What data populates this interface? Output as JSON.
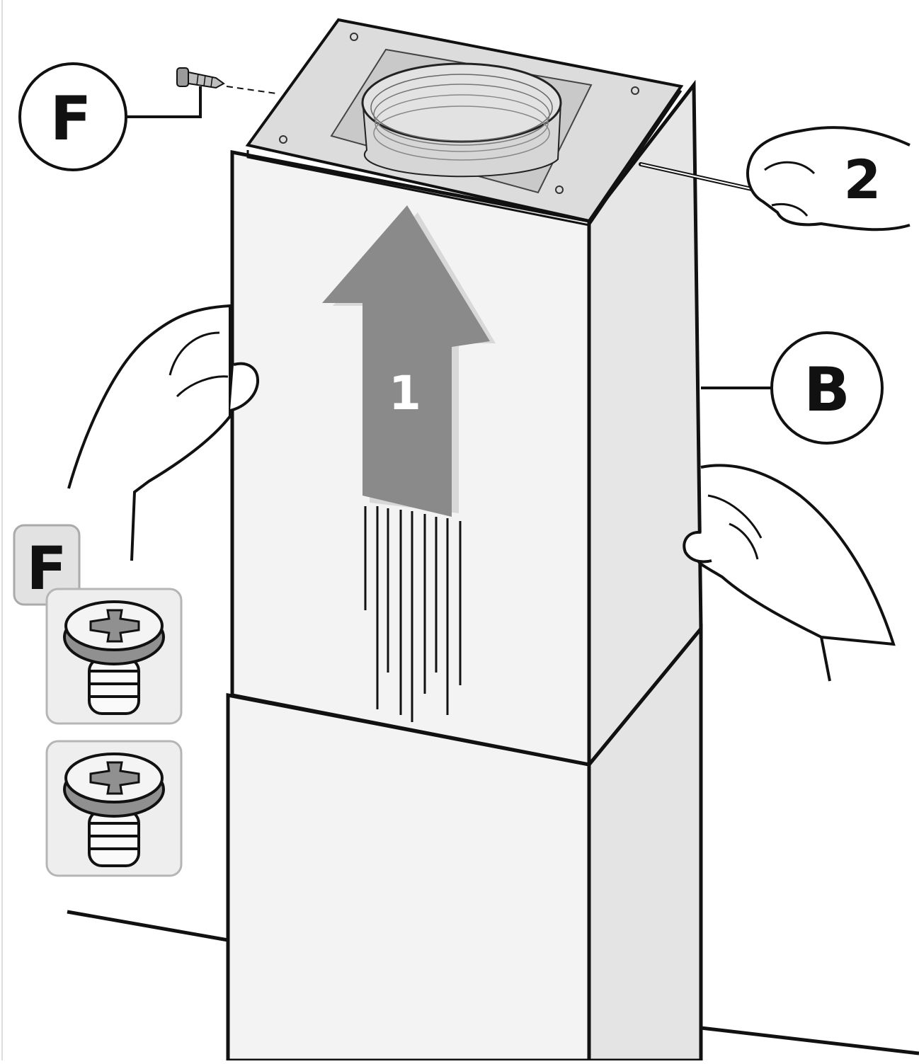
{
  "callouts": {
    "screw_label": "F",
    "chimney_label": "B",
    "step_push_up": "1",
    "step_screwdriver": "2",
    "kit_label": "F"
  },
  "kit": {
    "screw_count": 2
  },
  "colors": {
    "line": "#111111",
    "chimney_face": "#f3f3f3",
    "chimney_side": "#e4e4e4",
    "arrow_fill": "#8a8a8a",
    "panel_fill": "#eeeeee",
    "screw_head": "#909090"
  }
}
